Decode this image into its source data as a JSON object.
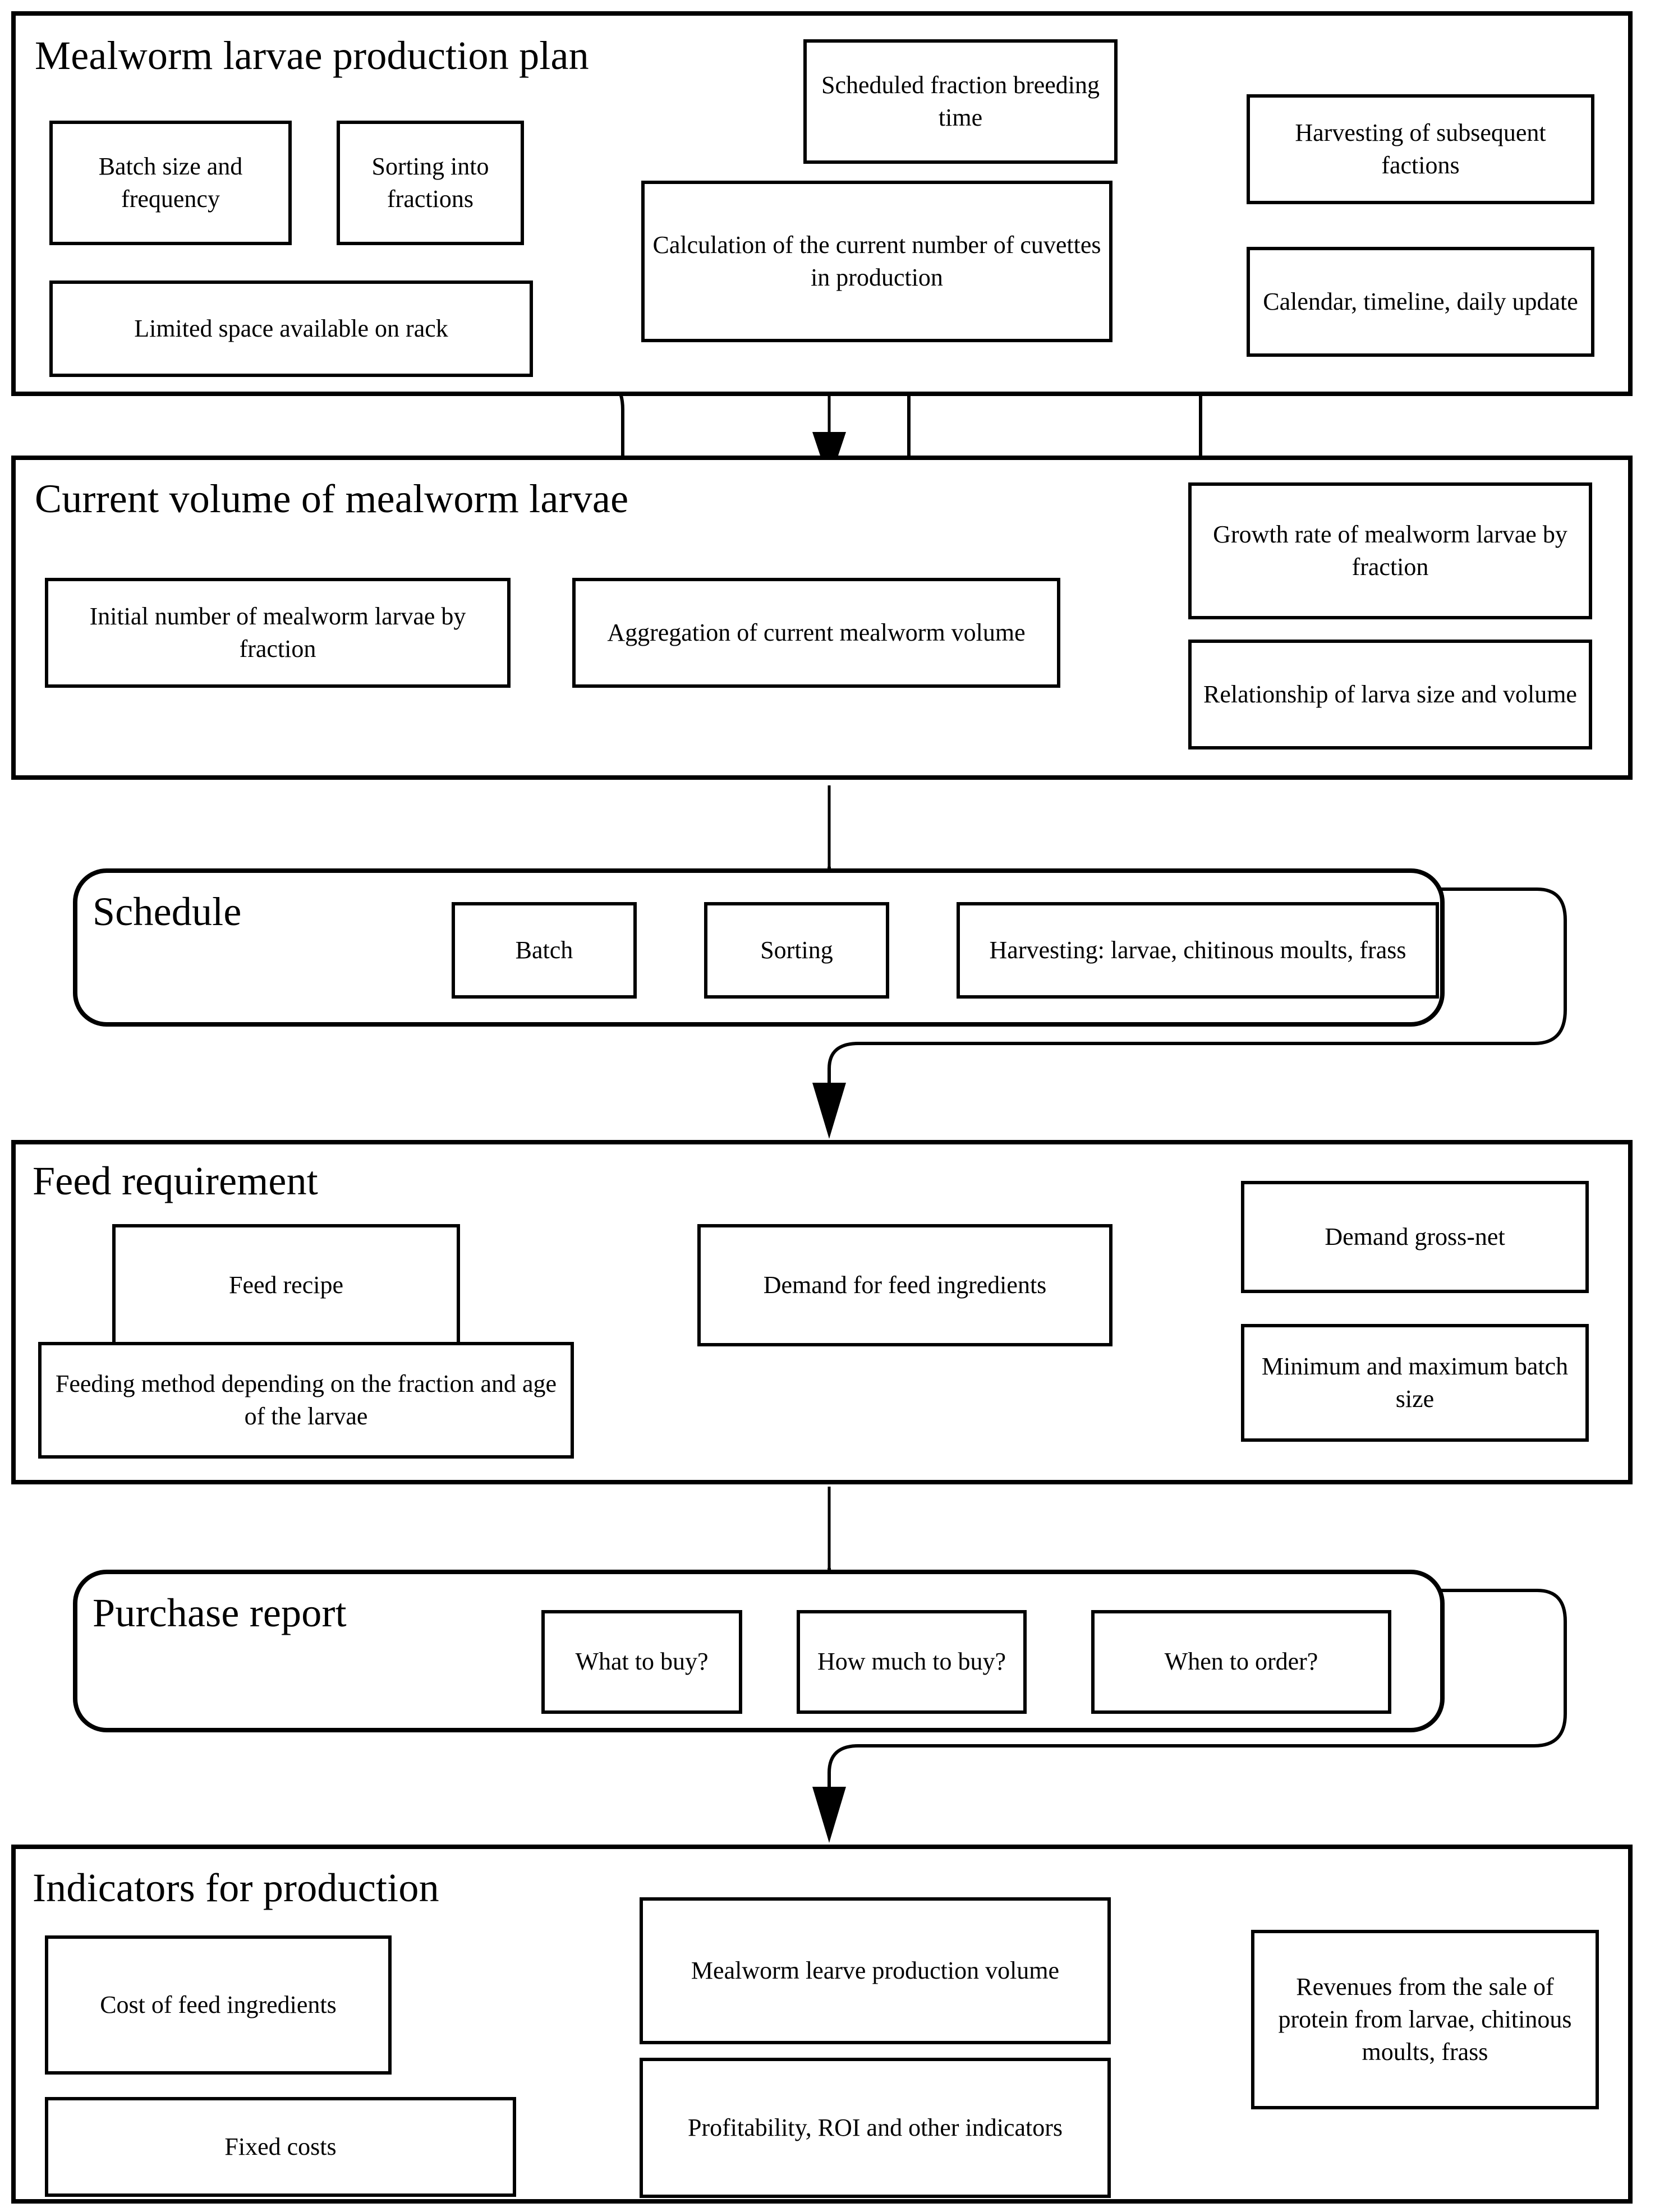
{
  "diagram": {
    "title": "Mealworm larvae production plan flow diagram",
    "stages": [
      {
        "id": "production-plan",
        "title": "Mealworm larvae production plan",
        "shape": "rectangle",
        "nodes": [
          {
            "id": "batch-size-frequency",
            "label": "Batch size and frequency"
          },
          {
            "id": "sorting-into-fractions",
            "label": "Sorting into fractions"
          },
          {
            "id": "limited-space-rack",
            "label": "Limited space available on rack"
          },
          {
            "id": "scheduled-fraction-breeding-time",
            "label": "Scheduled fraction breeding time"
          },
          {
            "id": "calculation-current-cuvettes",
            "label": "Calculation of the current number of cuvettes in production"
          },
          {
            "id": "harvesting-subsequent-factions",
            "label": "Harvesting of subsequent factions"
          },
          {
            "id": "calendar-timeline-daily-update",
            "label": "Calendar, timeline, daily update"
          }
        ]
      },
      {
        "id": "current-volume",
        "title": "Current volume of mealworm larvae",
        "shape": "rectangle",
        "nodes": [
          {
            "id": "initial-number-larvae",
            "label": "Initial number of mealworm larvae by fraction"
          },
          {
            "id": "aggregation-current-volume",
            "label": "Aggregation of current mealworm volume"
          },
          {
            "id": "growth-rate-by-fraction",
            "label": "Growth rate of mealworm larvae by fraction"
          },
          {
            "id": "larva-size-volume-relationship",
            "label": "Relationship of larva size and volume"
          }
        ]
      },
      {
        "id": "schedule",
        "title": "Schedule",
        "shape": "rounded",
        "nodes": [
          {
            "id": "schedule-batch",
            "label": "Batch"
          },
          {
            "id": "schedule-sorting",
            "label": "Sorting"
          },
          {
            "id": "schedule-harvesting",
            "label": "Harvesting: larvae, chitinous moults, frass"
          }
        ]
      },
      {
        "id": "feed-requirement",
        "title": "Feed requirement",
        "shape": "rectangle",
        "nodes": [
          {
            "id": "feed-recipe",
            "label": "Feed recipe"
          },
          {
            "id": "feeding-method",
            "label": "Feeding method depending on the fraction and age of the larvae"
          },
          {
            "id": "demand-for-feed-ingredients",
            "label": "Demand for feed ingredients"
          },
          {
            "id": "demand-gross-net",
            "label": "Demand gross-net"
          },
          {
            "id": "min-max-batch-size",
            "label": "Minimum and maximum batch size"
          }
        ]
      },
      {
        "id": "purchase-report",
        "title": "Purchase report",
        "shape": "rounded",
        "nodes": [
          {
            "id": "what-to-buy",
            "label": "What to buy?"
          },
          {
            "id": "how-much-to-buy",
            "label": "How much to buy?"
          },
          {
            "id": "when-to-order",
            "label": "When to order?"
          }
        ]
      },
      {
        "id": "indicators-for-production",
        "title": "Indicators for production",
        "shape": "rectangle",
        "nodes": [
          {
            "id": "cost-of-feed-ingredients",
            "label": "Cost of feed ingredients"
          },
          {
            "id": "fixed-costs",
            "label": "Fixed costs"
          },
          {
            "id": "mealworm-production-volume",
            "label": "Mealworm learve production volume"
          },
          {
            "id": "profitability-roi",
            "label": "Profitability, ROI and other indicators"
          },
          {
            "id": "revenues-from-sale",
            "label": "Revenues from the sale of protein from larvae, chitinous moults, frass"
          }
        ]
      }
    ],
    "colors": {
      "line": "#000000",
      "background": "#ffffff"
    }
  }
}
